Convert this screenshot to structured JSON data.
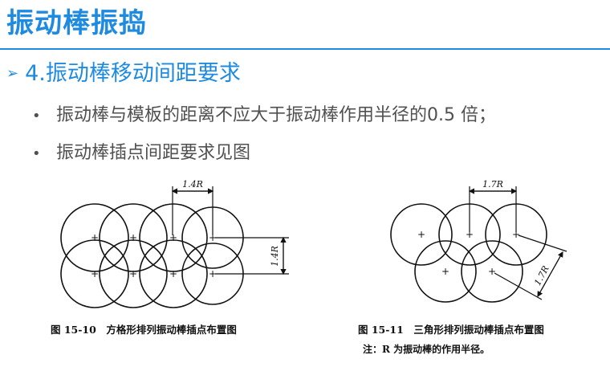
{
  "slide": {
    "title": "振动棒振捣",
    "subtitle_marker": "➢",
    "subtitle": "4.振动棒移动间距要求",
    "bullet_marker": "•",
    "bullets": [
      "振动棒与模板的距离不应大于振动棒作用半径的0.5 倍；",
      "振动棒插点间距要求见图"
    ]
  },
  "figure_left": {
    "dimension_horizontal": "1.4R",
    "dimension_vertical": "1.4R",
    "caption": "图 15-10　方格形排列振动棒插点布置图"
  },
  "figure_right": {
    "dimension_horizontal": "1.7R",
    "dimension_diagonal": "1.7R",
    "caption": "图 15-11　三角形排列振动棒插点布置图",
    "note": "注：R 为振动棒的作用半径。"
  },
  "colors": {
    "accent": "#1e8be0",
    "body_text": "#505050",
    "drawing": "#111111"
  }
}
